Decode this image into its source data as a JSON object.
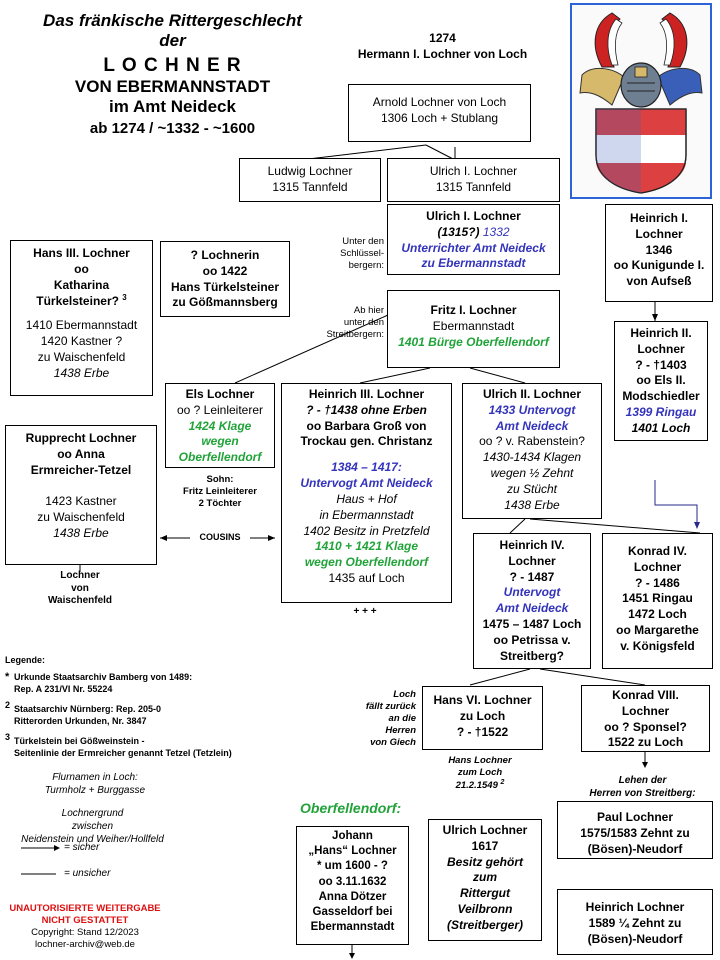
{
  "header": {
    "line1": "Das fränkische Rittergeschlecht",
    "line2": "der",
    "line3": "L O C H N E R",
    "line4": "VON EBERMANNSTADT",
    "line5": "im Amt Neideck",
    "line6": "ab 1274 / ~1332 - ~1600"
  },
  "root": {
    "year": "1274",
    "name": "Hermann I. Lochner von Loch"
  },
  "boxes": {
    "arnold": [
      "Arnold Lochner von Loch",
      "1306 Loch + Stublang"
    ],
    "ludwig": [
      "Ludwig Lochner",
      "1315 Tannfeld"
    ],
    "ulrich1a": [
      "Ulrich I. Lochner",
      "1315 Tannfeld"
    ],
    "ulrich1b": {
      "name": "Ulrich I. Lochner",
      "year": "(1315?)",
      "year2": "1332",
      "office": "Unterrichter  Amt Neideck",
      "office2": "zu Ebermannstadt"
    },
    "fritz": {
      "name": "Fritz I. Lochner",
      "place": "Ebermannstadt",
      "green": "1401 Bürge Oberfellendorf"
    },
    "hans3": {
      "l1": "Hans III. Lochner",
      "l2": "oo",
      "l3": "Katharina",
      "l4": "Türkelsteiner?",
      "sup": "3",
      "l5": "1410 Ebermannstadt",
      "l6": "1420 Kastner ?",
      "l7": "zu Waischenfeld",
      "l8": "1438 Erbe"
    },
    "lochnerin": [
      "? Lochnerin",
      "oo 1422",
      "Hans Türkelsteiner",
      "zu Gößmannsberg"
    ],
    "heinrich1": [
      "Heinrich I.",
      "Lochner",
      "1346",
      "oo Kunigunde I.",
      "von Aufseß"
    ],
    "heinrich2": {
      "l1": "Heinrich II.",
      "l2": "Lochner",
      "l3": "? - †1403",
      "l4": "oo Els II.",
      "l5": "Modschiedler",
      "l6": "1399 Ringau",
      "l7": "1401 Loch"
    },
    "els": {
      "l1": "Els Lochner",
      "l2": "oo ? Leinleiterer",
      "g1": "1424 Klage",
      "g2": "wegen",
      "g3": "Oberfellendorf"
    },
    "rupprecht": {
      "l1": "Rupprecht  Lochner",
      "l2": "oo Anna",
      "l3": "Ermreicher-Tetzel",
      "l4": "1423 Kastner",
      "l5": "zu Waischenfeld",
      "l6": "1438 Erbe"
    },
    "heinrich3": {
      "l1": "Heinrich III. Lochner",
      "l2": "? - †1438 ohne Erben",
      "l3": "oo Barbara Groß von",
      "l4": "Trockau gen. Christanz",
      "b1": "1384 – 1417:",
      "b2": "Untervogt Amt Neideck",
      "l5": "Haus + Hof",
      "l6": "in Ebermannstadt",
      "l7": "1402 Besitz in Pretzfeld",
      "g1": "1410 + 1421 Klage",
      "g2": "wegen Oberfellendorf",
      "l8": "1435 auf Loch"
    },
    "ulrich2": {
      "l1": "Ulrich II. Lochner",
      "b1": "1433 Untervogt",
      "b2": "Amt Neideck",
      "l2": "oo ? v. Rabenstein?",
      "l3": "1430-1434  Klagen",
      "l4": "wegen  ½ Zehnt",
      "l5": "zu Stücht",
      "l6": "1438 Erbe"
    },
    "heinrich4": {
      "l1": "Heinrich IV.",
      "l2": "Lochner",
      "l3": "? - 1487",
      "b1": "Untervogt",
      "b2": "Amt Neideck",
      "l4": "1475 – 1487 Loch",
      "l5": "oo Petrissa v.",
      "l6": "Streitberg?"
    },
    "konrad4": [
      "Konrad IV.",
      "Lochner",
      "? - 1486",
      "1451  Ringau",
      "1472  Loch",
      "oo  Margarethe",
      "v. Königsfeld"
    ],
    "hans6": [
      "Hans VI. Lochner",
      "zu Loch",
      "? - †1522"
    ],
    "konrad8": [
      "Konrad VIII.",
      "Lochner",
      "oo ? Sponsel?",
      "1522 zu Loch"
    ],
    "johann": [
      "Johann",
      "„Hans“ Lochner",
      "* um 1600 - ?",
      "oo 3.11.1632",
      "Anna Dötzer",
      "Gasseldorf bei",
      "Ebermannstadt"
    ],
    "ulrichl": {
      "l1": "Ulrich Lochner",
      "l2": "1617",
      "l3": "Besitz gehört",
      "l4": "zum",
      "l5": "Rittergut Veilbronn",
      "l6": "(Streitberger)"
    },
    "paul": [
      "Paul Lochner",
      "1575/1583 Zehnt zu",
      "(Bösen)-Neudorf"
    ],
    "heinrichL": [
      "Heinrich Lochner",
      "1589 ¼ Zehnt zu",
      "(Bösen)-Neudorf"
    ]
  },
  "notes": {
    "schluessel": [
      "Unter den",
      "Schlüssel-",
      "bergern:"
    ],
    "streitberg": [
      "Ab hier",
      "unter den",
      "Streitbergern:"
    ],
    "sohn": [
      "Sohn:",
      "Fritz Leinleiterer",
      "2 Töchter"
    ],
    "cousins": "COUSINS",
    "waisch": [
      "Lochner",
      "von",
      "Waischenfeld"
    ],
    "plus": "+ + +",
    "loch": [
      "Loch",
      "fällt zurück",
      "an die",
      "Herren",
      "von Giech"
    ],
    "hansnote": [
      "Hans Lochner",
      "zum Loch",
      "21.2.1549",
      "2"
    ],
    "lehen": [
      "Lehen der",
      "Herren von Streitberg:"
    ],
    "oberfellendorf": "Oberfellendorf:"
  },
  "legend": {
    "title": "Legende:",
    "s1a": "Urkunde Staatsarchiv Bamberg von 1489:",
    "s1b": "Rep. A 231/VI Nr. 55224",
    "s2a": "Staatsarchiv Nürnberg: Rep. 205-0",
    "s2b": "Ritterorden Urkunden, Nr. 3847",
    "s3a": "Türkelstein bei  Gößweinstein -",
    "s3b": "Seitenlinie der Ermreicher genannt Tetzel (Tetzlein)",
    "m1": "*",
    "m2": "2",
    "m3": "3",
    "flur1": "Flurnamen in Loch:",
    "flur2": "Turmholz + Burggasse",
    "grund1": "Lochnergrund",
    "grund2": "zwischen",
    "grund3": "Neidenstein und Weiher/Hollfeld",
    "sicher": "= sicher",
    "unsicher": "= unsicher"
  },
  "footer": {
    "warn1": "UNAUTORISIERTE  WEITERGABE",
    "warn2": "NICHT GESTATTET",
    "copy": "Copyright: Stand 12/2023",
    "mail": "lochner-archiv@web.de"
  },
  "colors": {
    "blue": "#3333bb",
    "green": "#22a33a",
    "red": "#dd1111",
    "frame": "#2d63d8"
  }
}
